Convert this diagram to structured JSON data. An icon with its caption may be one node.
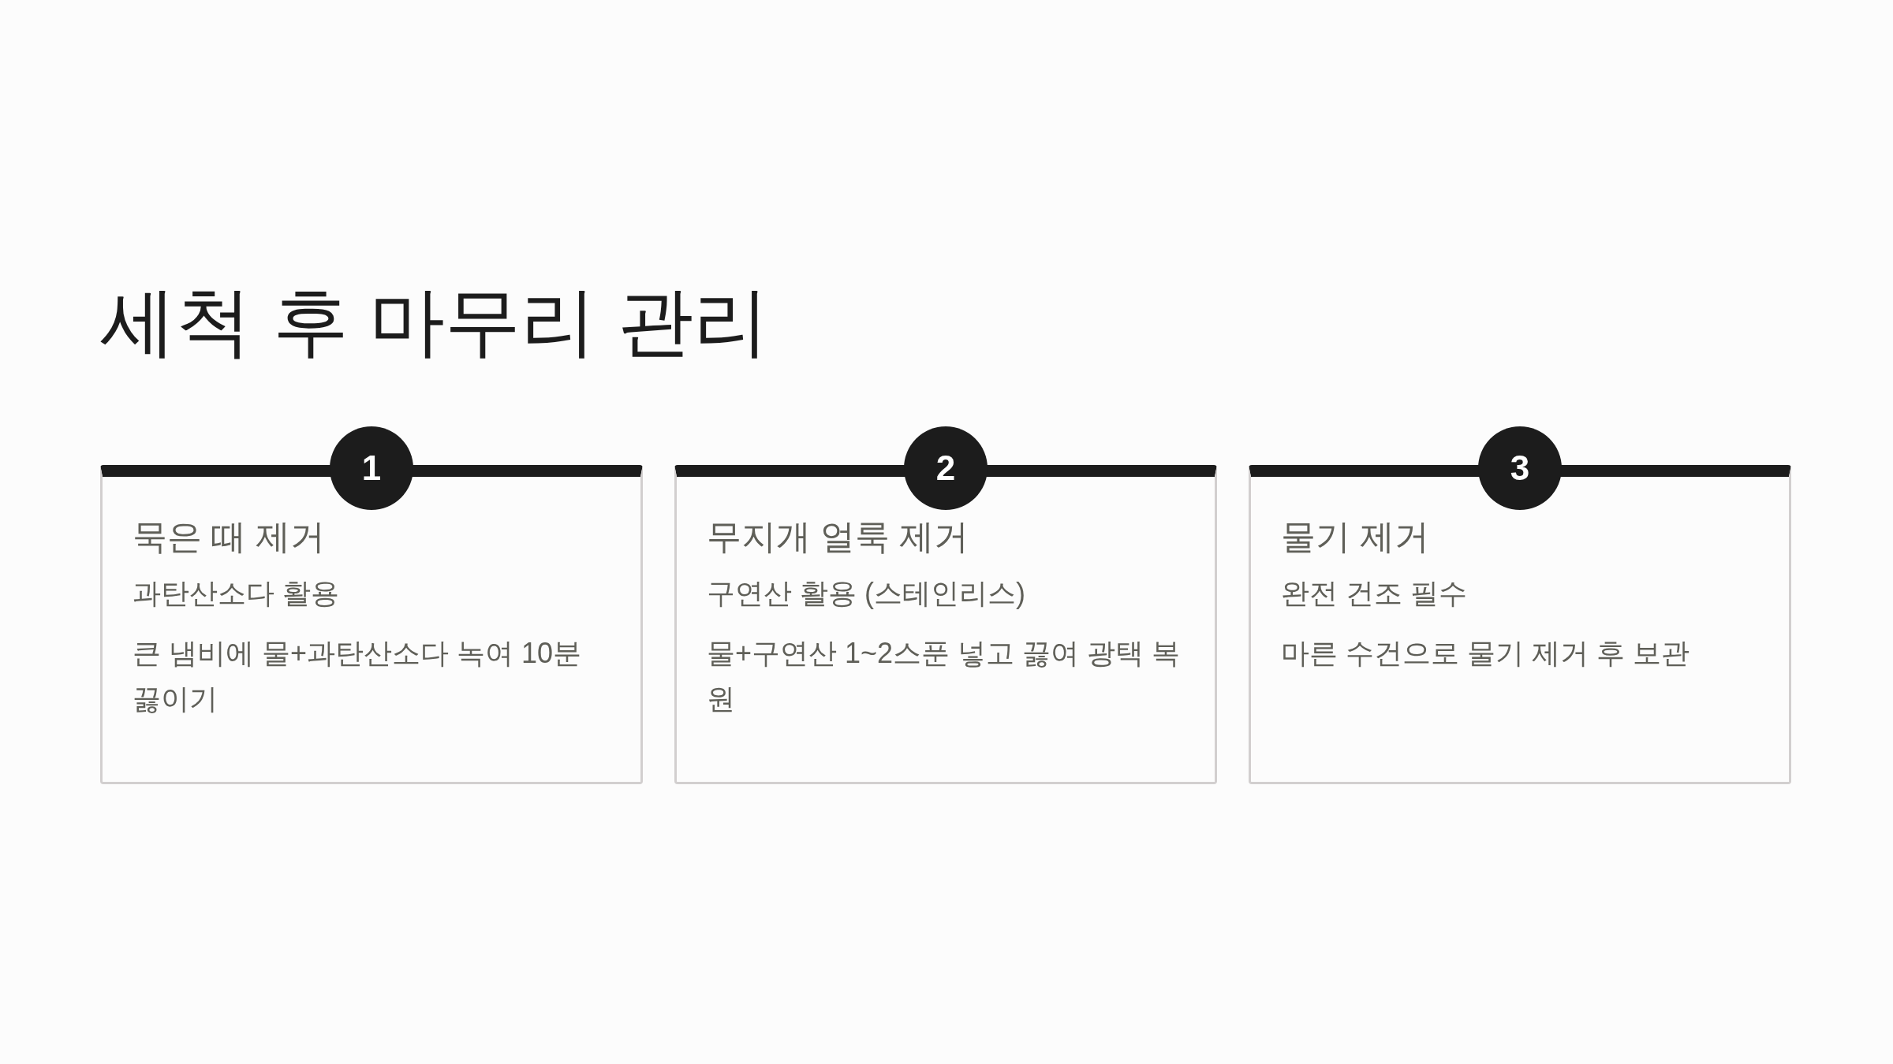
{
  "diagram": {
    "title": "세척 후 마무리 관리",
    "nodes": [
      {
        "text": [
          "1"
        ]
      },
      {
        "text": [
          "묵은 때 제거",
          "과탄산소다 활용",
          "큰 냄비에 물+과탄산소다 녹여 10분 끓이기"
        ]
      },
      {
        "text": [
          "2"
        ]
      },
      {
        "text": [
          "무지개 얼룩 제거",
          "구연산 활용 (스테인리스)",
          "물+구연산 1~2스푼 넣고 끓여 광택 복원"
        ]
      },
      {
        "text": [
          "3"
        ]
      },
      {
        "text": [
          "물기 제거",
          "완전 건조 필수",
          "마른 수건으로 물기 제거 후 보관"
        ]
      }
    ],
    "edges": []
  }
}
